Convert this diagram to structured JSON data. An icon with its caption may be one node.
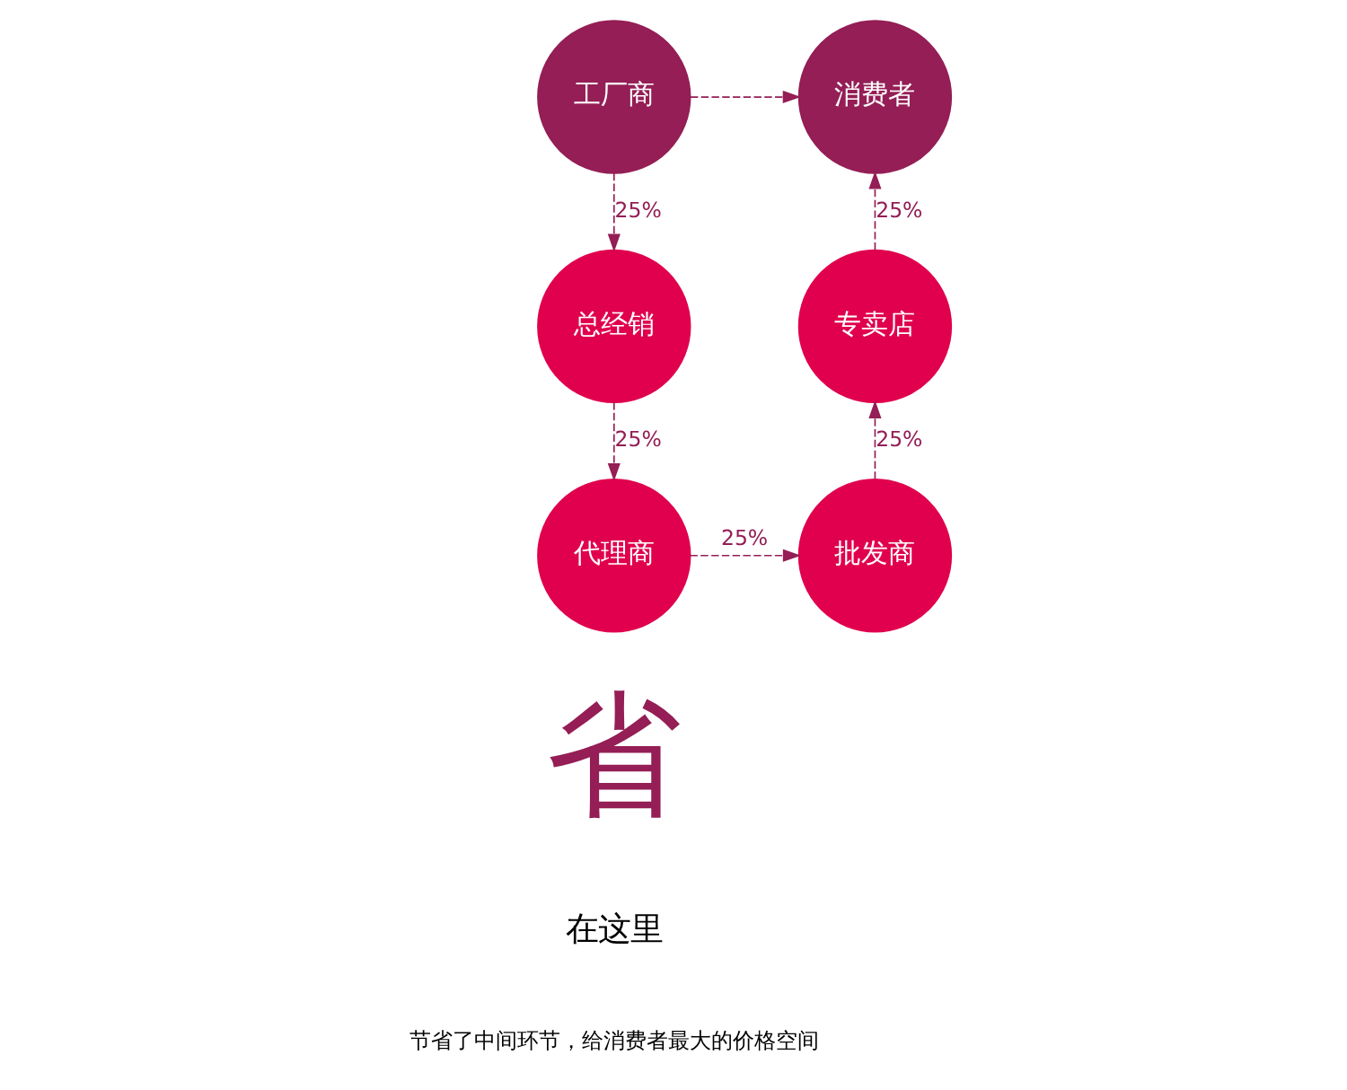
{
  "diagram": {
    "nodes": [
      {
        "text": [
          "工厂商"
        ]
      },
      {
        "text": [
          "总经销"
        ]
      },
      {
        "text": [
          "代理商"
        ]
      },
      {
        "text": [
          "批发商"
        ]
      },
      {
        "text": [
          "专卖店"
        ]
      },
      {
        "text": [
          "消费者"
        ]
      }
    ],
    "edges": [
      {
        "from": 0,
        "to": 1,
        "arrow": "to",
        "label": "25%",
        "style": "dashed"
      },
      {
        "from": 1,
        "to": 2,
        "arrow": "to",
        "label": "25%",
        "style": "dashed"
      },
      {
        "from": 2,
        "to": 3,
        "arrow": "to",
        "label": "25%",
        "style": "dashed"
      },
      {
        "from": 3,
        "to": 4,
        "arrow": "to",
        "label": "25%",
        "style": "dashed"
      },
      {
        "from": 4,
        "to": 5,
        "arrow": "to",
        "label": "25%",
        "style": "dashed"
      },
      {
        "from": 0,
        "to": 5,
        "arrow": "to",
        "style": "dashed"
      }
    ],
    "labels": [
      "省",
      "在这里",
      "节省了中间环节，给消费者最大的价格空间"
    ]
  }
}
